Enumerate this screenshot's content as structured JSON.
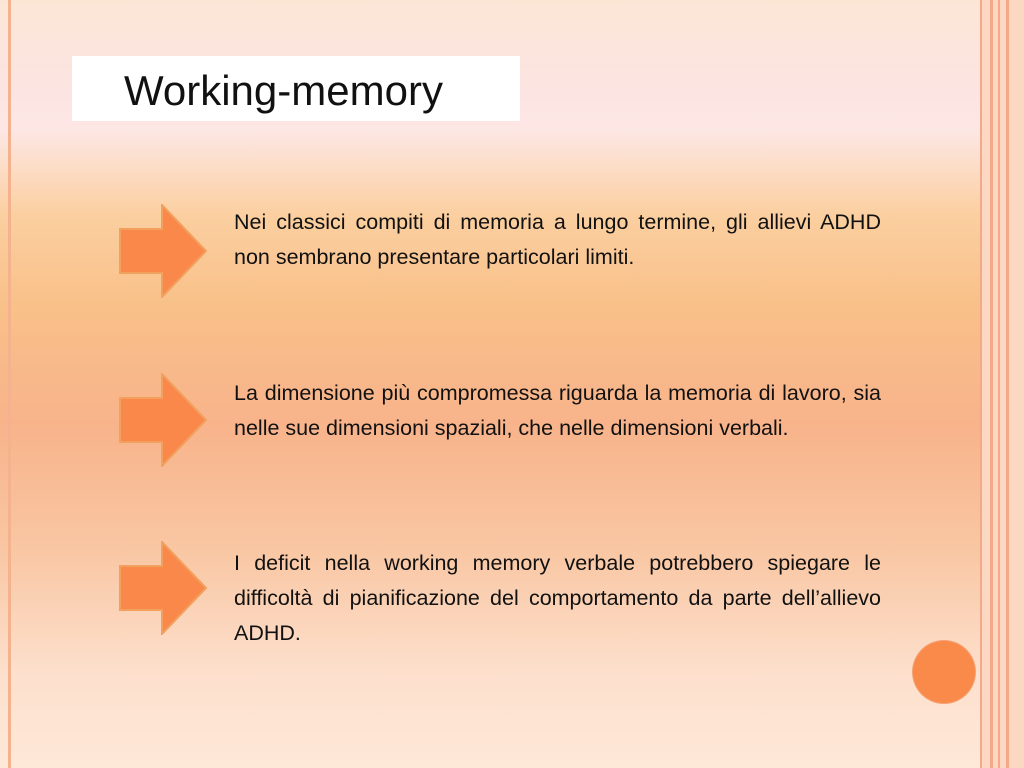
{
  "slide": {
    "title": "Working-memory",
    "bullets": [
      {
        "text": "Nei classici compiti di memoria a lungo termine, gli allievi ADHD non sembrano presentare particolari limiti.",
        "icon": "right-arrow-icon"
      },
      {
        "text": "La dimensione più compromessa riguarda la memoria di lavoro, sia nelle sue dimensioni spaziali, che nelle dimensioni verbali.",
        "icon": "right-arrow-icon"
      },
      {
        "text": "I deficit nella working memory verbale potrebbero spiegare le difficoltà di pianificazione del comportamento da parte dell’allievo ADHD.",
        "icon": "right-arrow-icon"
      }
    ]
  },
  "colors": {
    "arrow_fill": "#f9884a",
    "arrow_stroke": "#f2a05e",
    "circle": "#f98a4a",
    "frame": "#f4a98a"
  }
}
